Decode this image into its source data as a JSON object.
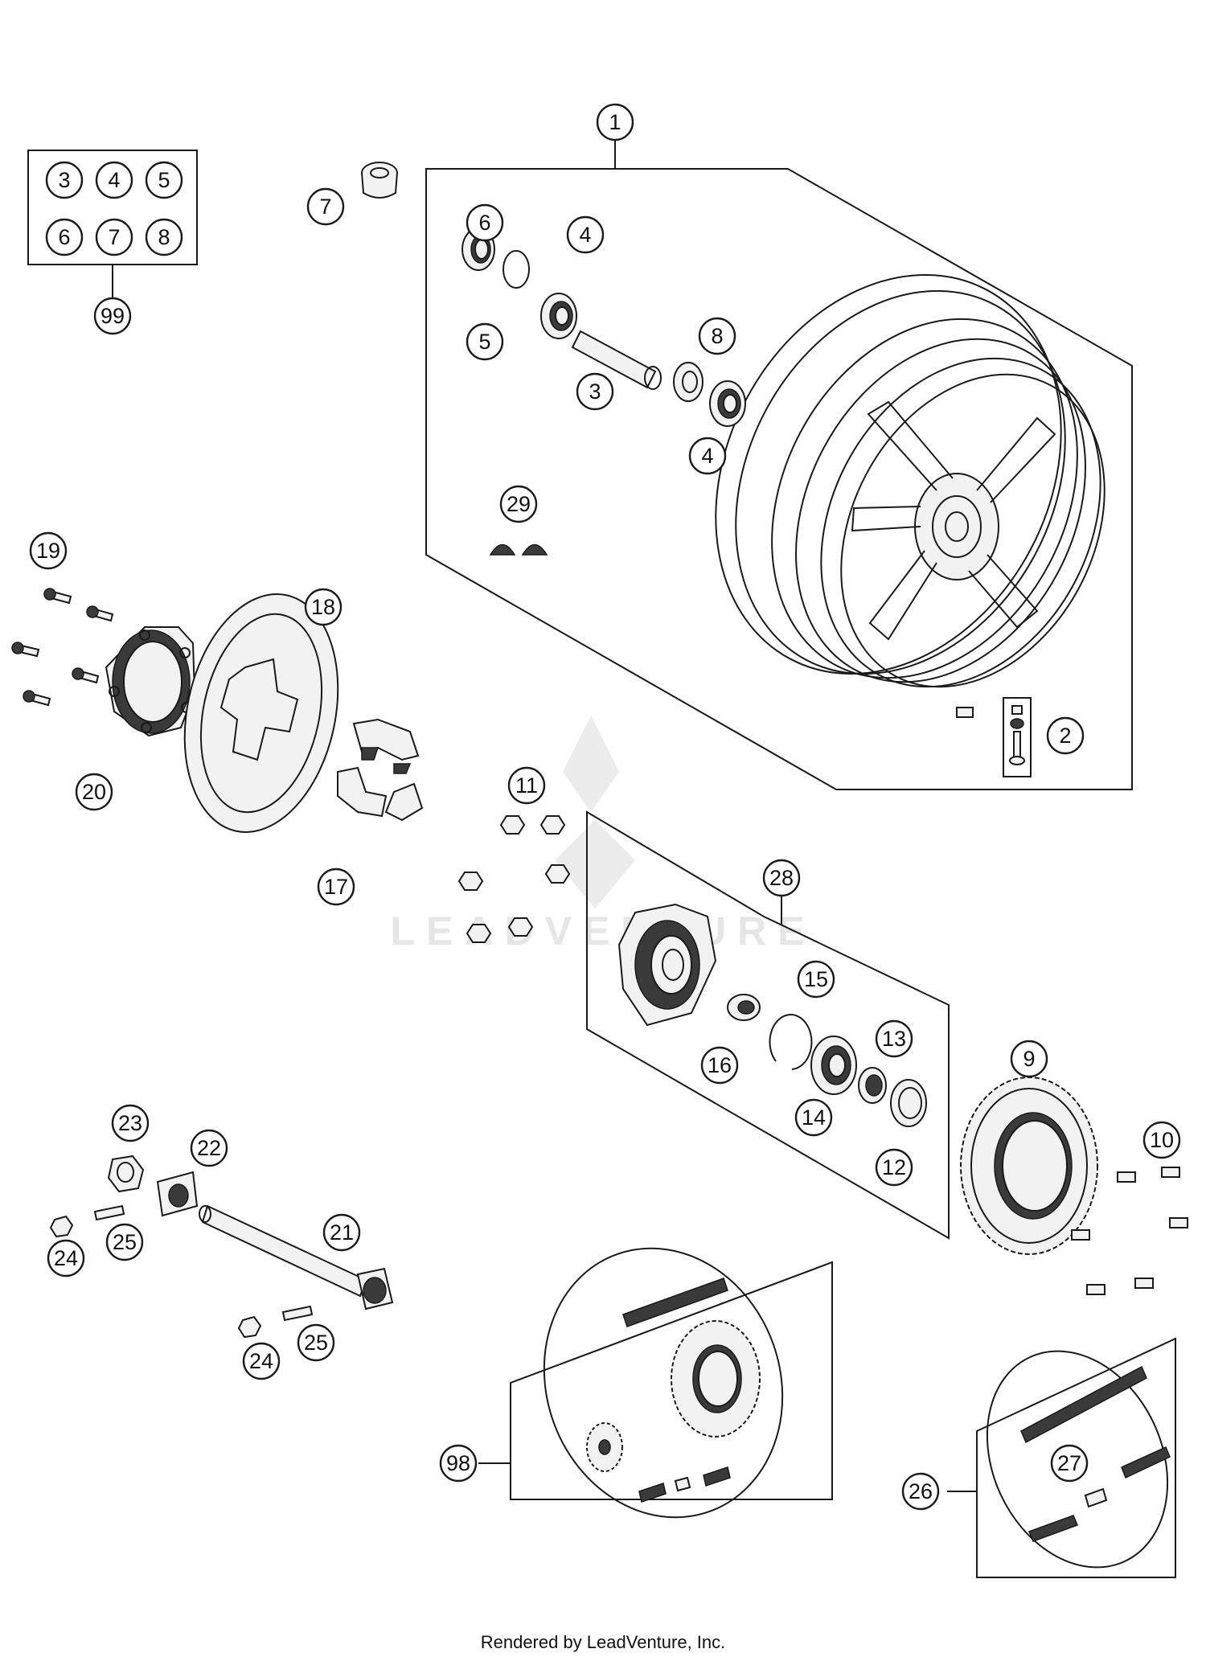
{
  "watermark": "LEADVENTURE",
  "footer": "Rendered by LeadVenture, Inc.",
  "kit_99": {
    "callout": "99",
    "contents": [
      "3",
      "4",
      "5",
      "6",
      "7",
      "8"
    ]
  },
  "callouts": {
    "c1": "1",
    "c2": "2",
    "c3": "3",
    "c4a": "4",
    "c4b": "4",
    "c5": "5",
    "c6": "6",
    "c7": "7",
    "c8": "8",
    "c9": "9",
    "c10": "10",
    "c11": "11",
    "c12": "12",
    "c13": "13",
    "c14": "14",
    "c15": "15",
    "c16": "16",
    "c17": "17",
    "c18": "18",
    "c19": "19",
    "c20": "20",
    "c21": "21",
    "c22": "22",
    "c23": "23",
    "c24a": "24",
    "c24b": "24",
    "c25a": "25",
    "c25b": "25",
    "c26": "26",
    "c27": "27",
    "c28": "28",
    "c29": "29",
    "c98": "98"
  }
}
